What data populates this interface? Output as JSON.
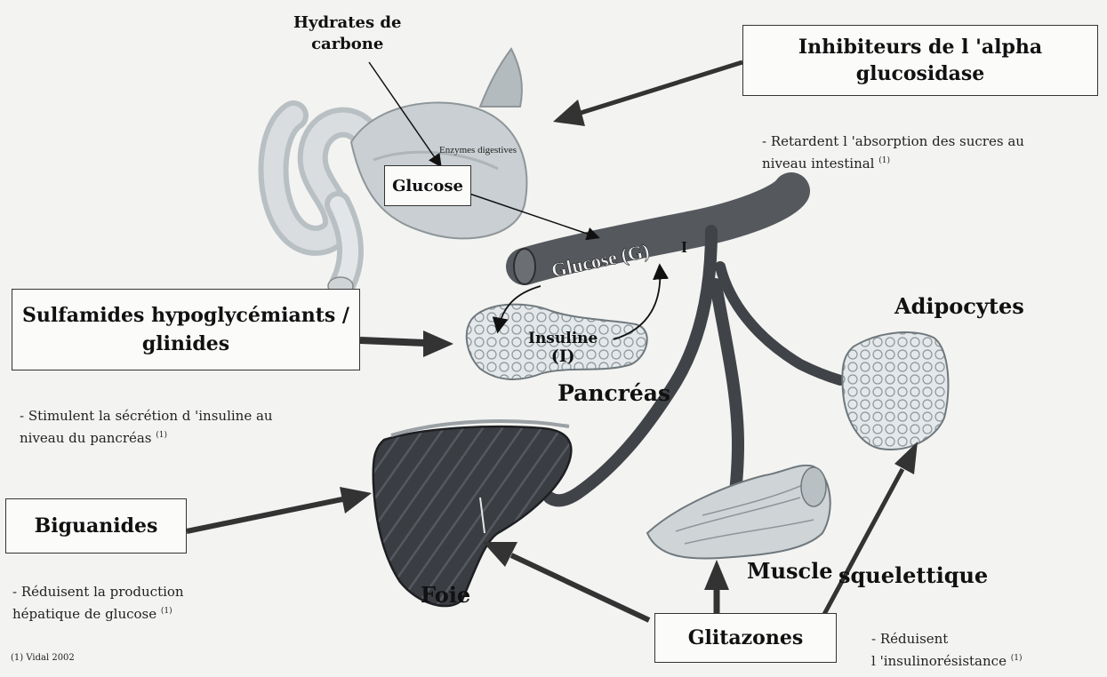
{
  "labels": {
    "hydrates_line1": "Hydrates de",
    "hydrates_line2": "carbone",
    "enzymes": "Enzymes digestives",
    "glucose_box": "Glucose",
    "glucose_vessel": "Glucose (G)",
    "vessel_i": "I",
    "insuline_line1": "Insuline",
    "insuline_line2": "(I)",
    "pancreas": "Pancréas",
    "adipocytes": "Adipocytes",
    "foie": "Foie",
    "muscle": "Muscle",
    "squelettique": "squelettique"
  },
  "boxes": {
    "inhibiteurs_line1": "Inhibiteurs de l 'alpha",
    "inhibiteurs_line2": "glucosidase",
    "sulfamides_line1": "Sulfamides hypoglycémiants /",
    "sulfamides_line2": "glinides",
    "biguanides": "Biguanides",
    "glitazones": "Glitazones"
  },
  "notes": {
    "inhibiteurs_line1": "- Retardent l 'absorption des sucres au",
    "inhibiteurs_line2": "niveau intestinal",
    "sulfamides_line1": "- Stimulent la sécrétion d 'insuline au",
    "sulfamides_line2": "niveau du pancréas",
    "biguanides_line1": "- Réduisent la production",
    "biguanides_line2": "hépatique de glucose",
    "glitazones_line1": "- Réduisent",
    "glitazones_line2": "l 'insulinorésistance",
    "ref_mark": "(1)",
    "footnote": "(1) Vidal 2002"
  }
}
